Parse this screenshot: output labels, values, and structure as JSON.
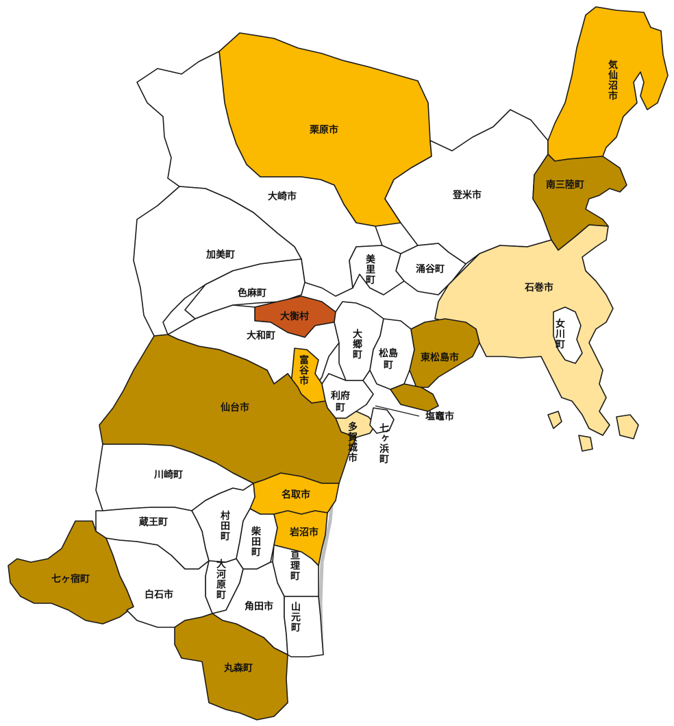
{
  "colors": {
    "white": "#ffffff",
    "gold": "#fbb900",
    "olive": "#bc8c00",
    "pale": "#ffe39b",
    "rust": "#c8561c",
    "border": "#1a1a1a"
  },
  "regions": [
    {
      "id": "kurihara",
      "name": "栗原市",
      "fill": "gold"
    },
    {
      "id": "kesennuma",
      "name": "気仙沼市",
      "fill": "gold"
    },
    {
      "id": "minamisanriku",
      "name": "南三陸町",
      "fill": "olive"
    },
    {
      "id": "tome",
      "name": "登米市",
      "fill": "white"
    },
    {
      "id": "osaki",
      "name": "大崎市",
      "fill": "white"
    },
    {
      "id": "kami",
      "name": "加美町",
      "fill": "white"
    },
    {
      "id": "shikama",
      "name": "色麻町",
      "fill": "white"
    },
    {
      "id": "ohira",
      "name": "大衡村",
      "fill": "rust"
    },
    {
      "id": "taiwa",
      "name": "大和町",
      "fill": "white"
    },
    {
      "id": "misato",
      "name": "美里町",
      "fill": "white"
    },
    {
      "id": "wakuya",
      "name": "涌谷町",
      "fill": "white"
    },
    {
      "id": "ishinomaki",
      "name": "石巻市",
      "fill": "pale"
    },
    {
      "id": "onagawa",
      "name": "女川町",
      "fill": "white"
    },
    {
      "id": "osato",
      "name": "大郷町",
      "fill": "white"
    },
    {
      "id": "matsushima",
      "name": "松島町",
      "fill": "white"
    },
    {
      "id": "higashimatsushima",
      "name": "東松島市",
      "fill": "olive"
    },
    {
      "id": "tomiya",
      "name": "富谷市",
      "fill": "gold"
    },
    {
      "id": "rifu",
      "name": "利府町",
      "fill": "white"
    },
    {
      "id": "shiogama",
      "name": "塩竈市",
      "fill": "olive"
    },
    {
      "id": "tagajo",
      "name": "多賀城市",
      "fill": "pale"
    },
    {
      "id": "shichigahama",
      "name": "七ヶ浜町",
      "fill": "white"
    },
    {
      "id": "sendai",
      "name": "仙台市",
      "fill": "olive"
    },
    {
      "id": "kawasaki",
      "name": "川崎町",
      "fill": "white"
    },
    {
      "id": "natori",
      "name": "名取市",
      "fill": "gold"
    },
    {
      "id": "zao",
      "name": "蔵王町",
      "fill": "white"
    },
    {
      "id": "murata",
      "name": "村田町",
      "fill": "white"
    },
    {
      "id": "shibata",
      "name": "柴田町",
      "fill": "white"
    },
    {
      "id": "iwanuma",
      "name": "岩沼市",
      "fill": "gold"
    },
    {
      "id": "watari",
      "name": "亘理町",
      "fill": "white"
    },
    {
      "id": "shichikashuku",
      "name": "七ヶ宿町",
      "fill": "olive"
    },
    {
      "id": "shiroishi",
      "name": "白石市",
      "fill": "white"
    },
    {
      "id": "ogawara",
      "name": "大河原町",
      "fill": "white"
    },
    {
      "id": "kakuda",
      "name": "角田市",
      "fill": "white"
    },
    {
      "id": "yamamoto",
      "name": "山元町",
      "fill": "white"
    },
    {
      "id": "marumori",
      "name": "丸森町",
      "fill": "olive"
    }
  ]
}
